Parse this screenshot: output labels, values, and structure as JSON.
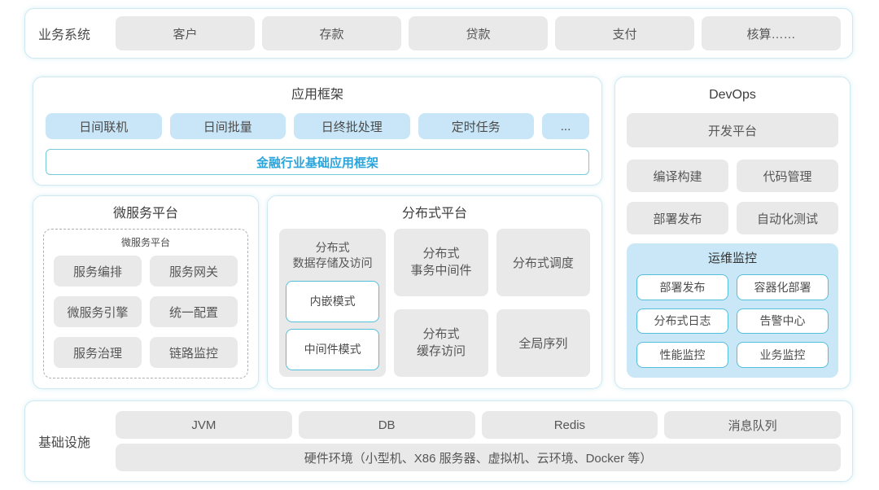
{
  "business": {
    "label": "业务系统",
    "items": [
      "客户",
      "存款",
      "贷款",
      "支付",
      "核算……"
    ]
  },
  "app_framework": {
    "title": "应用框架",
    "items": [
      "日间联机",
      "日间批量",
      "日终批处理",
      "定时任务",
      "..."
    ],
    "base": "金融行业基础应用框架"
  },
  "microservices": {
    "title": "微服务平台",
    "inner_title": "微服务平台",
    "items": [
      "服务编排",
      "服务网关",
      "微服务引擎",
      "统一配置",
      "服务治理",
      "链路监控"
    ]
  },
  "distributed": {
    "title": "分布式平台",
    "storage": {
      "label": "分布式\n数据存储及访问",
      "modes": [
        "内嵌模式",
        "中间件模式"
      ]
    },
    "col2": [
      "分布式\n事务中间件",
      "分布式\n缓存访问"
    ],
    "col3": [
      "分布式调度",
      "全局序列"
    ]
  },
  "devops": {
    "title": "DevOps",
    "platform": "开发平台",
    "items": [
      "编译构建",
      "代码管理",
      "部署发布",
      "自动化测试"
    ],
    "ops_monitor": {
      "title": "运维监控",
      "items": [
        "部署发布",
        "容器化部署",
        "分布式日志",
        "告警中心",
        "性能监控",
        "业务监控"
      ]
    }
  },
  "infrastructure": {
    "label": "基础设施",
    "items": [
      "JVM",
      "DB",
      "Redis",
      "消息队列"
    ],
    "hardware": "硬件环境（小型机、X86 服务器、虚拟机、云环境、Docker 等）"
  },
  "colors": {
    "panel_border": "#cfe9f2",
    "box_gray": "#e9e9ea",
    "light_blue": "#c8e6f7",
    "ops_panel_blue": "#c9e7f6",
    "white_box_border": "#54bfdb",
    "accent_blue_text": "#2aa5dc"
  }
}
